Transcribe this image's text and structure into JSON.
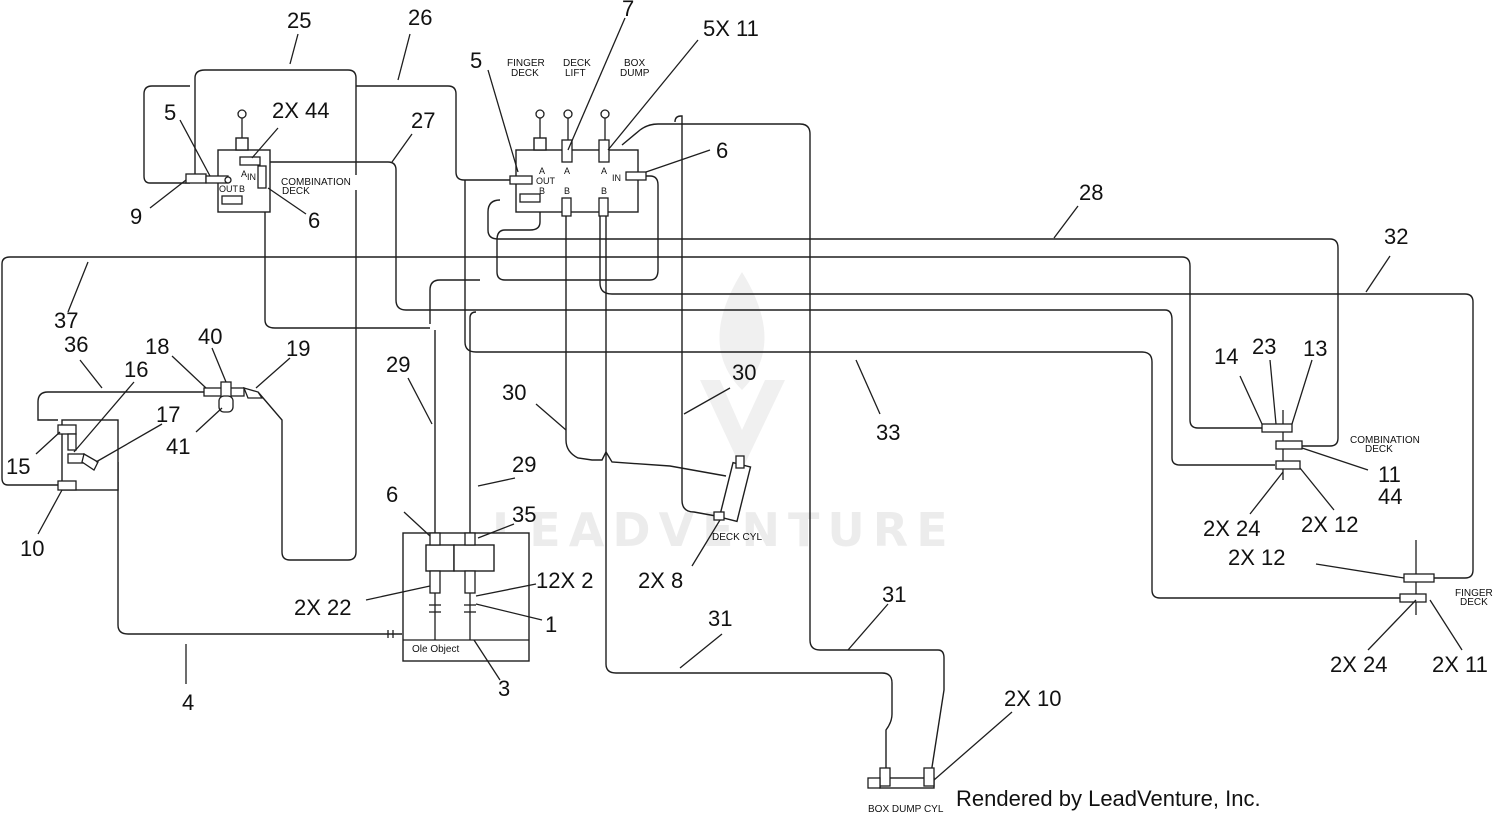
{
  "callouts": {
    "c25": "25",
    "c26": "26",
    "c7": "7",
    "c5x11": "5X 11",
    "c5a": "5",
    "c5b": "5",
    "c2x44": "2X 44",
    "c27": "27",
    "c6a": "6",
    "c6b": "6",
    "c9": "9",
    "c28": "28",
    "c32": "32",
    "c37": "37",
    "c36": "36",
    "c18": "18",
    "c40": "40",
    "c19": "19",
    "c16": "16",
    "c17": "17",
    "c15": "15",
    "c41": "41",
    "c10": "10",
    "c29a": "29",
    "c29b": "29",
    "c30a": "30",
    "c30b": "30",
    "c33": "33",
    "c14": "14",
    "c23": "23",
    "c13": "13",
    "c11": "11",
    "c44": "44",
    "c2x24a": "2X 24",
    "c2x12a": "2X 12",
    "c2x12b": "2X 12",
    "c6c": "6",
    "c35": "35",
    "c12x2": "12X 2",
    "c2x22": "2X 22",
    "c1": "1",
    "c2x8": "2X 8",
    "c31a": "31",
    "c31b": "31",
    "c3": "3",
    "c4": "4",
    "c2x10": "2X 10",
    "c2x24b": "2X 24",
    "c2x11": "2X 11"
  },
  "labels": {
    "finger_deck_1": "FINGER",
    "finger_deck_2": "DECK",
    "deck_lift_1": "DECK",
    "deck_lift_2": "LIFT",
    "box_dump_1": "BOX",
    "box_dump_2": "DUMP",
    "combination_1": "COMBINATION",
    "combination_2": "DECK",
    "combination_r1": "COMBINATION",
    "combination_r2": "DECK",
    "finger_r1": "FINGER",
    "finger_r2": "DECK",
    "deck_cyl": "DECK CYL",
    "box_dump_cyl": "BOX DUMP CYL",
    "ole_object": "Ole Object",
    "port_a": "A",
    "port_b": "B",
    "port_in": "IN",
    "port_out": "OUT"
  },
  "watermark": "LEADVENTURE",
  "footer": "Rendered by LeadVenture, Inc."
}
